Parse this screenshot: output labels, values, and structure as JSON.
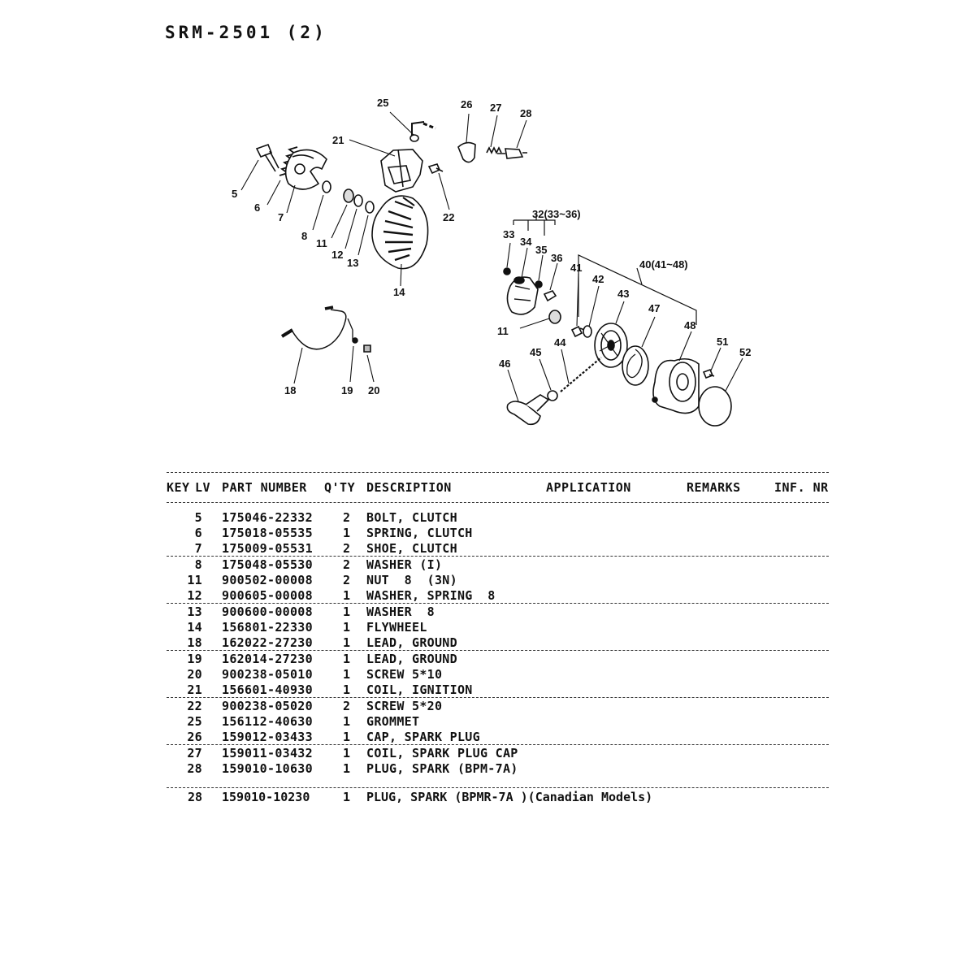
{
  "title": "SRM-2501  (2)",
  "callouts": {
    "n5": "5",
    "n6": "6",
    "n7": "7",
    "n8": "8",
    "n11a": "11",
    "n12": "12",
    "n13": "13",
    "n14": "14",
    "n21": "21",
    "n22": "22",
    "n25": "25",
    "n26": "26",
    "n27": "27",
    "n28": "28",
    "n18": "18",
    "n19": "19",
    "n20": "20",
    "n32": "32(33~36)",
    "n33": "33",
    "n34": "34",
    "n35": "35",
    "n36": "36",
    "n11b": "11",
    "n40": "40(41~48)",
    "n41": "41",
    "n42": "42",
    "n43": "43",
    "n44": "44",
    "n45": "45",
    "n46": "46",
    "n47": "47",
    "n48": "48",
    "n51": "51",
    "n52": "52"
  },
  "table": {
    "headers": {
      "key": "KEY",
      "lv": "LV",
      "part_number": "PART NUMBER",
      "qty": "Q'TY",
      "description": "DESCRIPTION",
      "application": "APPLICATION",
      "remarks": "REMARKS",
      "inf": "INF. NR"
    },
    "rows": [
      {
        "key": "5",
        "part": "175046-22332",
        "qty": "2",
        "desc": "BOLT, CLUTCH",
        "ul": false
      },
      {
        "key": "6",
        "part": "175018-05535",
        "qty": "1",
        "desc": "SPRING, CLUTCH",
        "ul": false
      },
      {
        "key": "7",
        "part": "175009-05531",
        "qty": "2",
        "desc": "SHOE, CLUTCH",
        "ul": true
      },
      {
        "key": "8",
        "part": "175048-05530",
        "qty": "2",
        "desc": "WASHER (I)",
        "ul": false
      },
      {
        "key": "11",
        "part": "900502-00008",
        "qty": "2",
        "desc": "NUT  8  (3N)",
        "ul": false
      },
      {
        "key": "12",
        "part": "900605-00008",
        "qty": "1",
        "desc": "WASHER, SPRING  8",
        "ul": true
      },
      {
        "key": "13",
        "part": "900600-00008",
        "qty": "1",
        "desc": "WASHER  8",
        "ul": false
      },
      {
        "key": "14",
        "part": "156801-22330",
        "qty": "1",
        "desc": "FLYWHEEL",
        "ul": false
      },
      {
        "key": "18",
        "part": "162022-27230",
        "qty": "1",
        "desc": "LEAD, GROUND",
        "ul": true
      },
      {
        "key": "19",
        "part": "162014-27230",
        "qty": "1",
        "desc": "LEAD, GROUND",
        "ul": false
      },
      {
        "key": "20",
        "part": "900238-05010",
        "qty": "1",
        "desc": "SCREW 5*10",
        "ul": false
      },
      {
        "key": "21",
        "part": "156601-40930",
        "qty": "1",
        "desc": "COIL, IGNITION",
        "ul": true
      },
      {
        "key": "22",
        "part": "900238-05020",
        "qty": "2",
        "desc": "SCREW 5*20",
        "ul": false
      },
      {
        "key": "25",
        "part": "156112-40630",
        "qty": "1",
        "desc": "GROMMET",
        "ul": false
      },
      {
        "key": "26",
        "part": "159012-03433",
        "qty": "1",
        "desc": "CAP, SPARK PLUG",
        "ul": true
      },
      {
        "key": "27",
        "part": "159011-03432",
        "qty": "1",
        "desc": "COIL, SPARK PLUG CAP",
        "ul": false
      },
      {
        "key": "28",
        "part": "159010-10630",
        "qty": "1",
        "desc": "PLUG, SPARK (BPM-7A)",
        "ul": false
      }
    ],
    "extra_row": {
      "key": "28",
      "part": "159010-10230",
      "qty": "1",
      "desc": "PLUG, SPARK (BPMR-7A )(Canadian Models)"
    }
  }
}
